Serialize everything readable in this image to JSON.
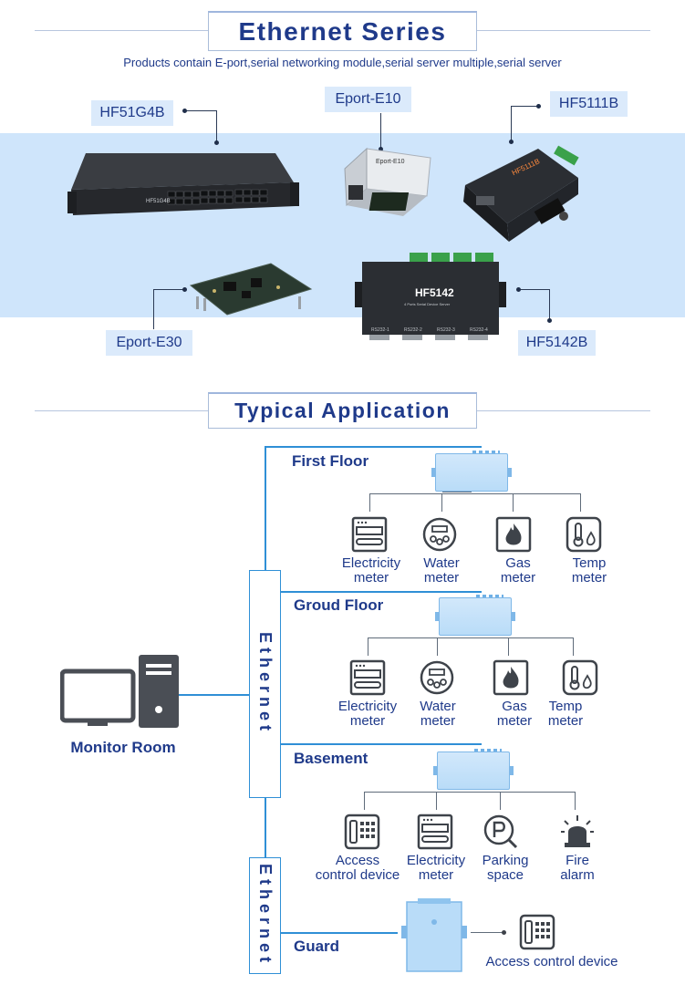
{
  "header": {
    "title": "Ethernet Series",
    "subtitle": "Products contain E-port,serial networking module,serial server multiple,serial server"
  },
  "products": [
    {
      "label": "HF51G4B"
    },
    {
      "label": "Eport-E10"
    },
    {
      "label": "HF5111B"
    },
    {
      "label": "Eport-E30"
    },
    {
      "label": "HF5142B"
    }
  ],
  "product_markings": {
    "switch": "HF51G4B",
    "e10": "Eport-E10",
    "hf5111": "HF5111B",
    "hf5142": "HF5142",
    "hf5142_sub": "4 Ports Serial Device Server",
    "ports": [
      "RS232-1",
      "RS232-2",
      "RS232-3",
      "RS232-4"
    ]
  },
  "application": {
    "title": "Typical Application",
    "ethernet_label": "Ethernet",
    "monitor_label": "Monitor Room",
    "floors": [
      {
        "name": "First Floor",
        "devices": [
          {
            "line1": "Electricity",
            "line2": "meter",
            "icon": "electricity-meter-icon"
          },
          {
            "line1": "Water",
            "line2": "meter",
            "icon": "water-meter-icon"
          },
          {
            "line1": "Gas",
            "line2": "meter",
            "icon": "gas-meter-icon"
          },
          {
            "line1": "Temp",
            "line2": "meter",
            "icon": "temp-meter-icon"
          }
        ]
      },
      {
        "name": "Groud Floor",
        "devices": [
          {
            "line1": "Electricity",
            "line2": "meter",
            "icon": "electricity-meter-icon"
          },
          {
            "line1": "Water",
            "line2": "meter",
            "icon": "water-meter-icon"
          },
          {
            "line1": "Gas",
            "line2": "meter",
            "icon": "gas-meter-icon"
          },
          {
            "line1": "Temp",
            "line2": "meter",
            "icon": "temp-meter-icon"
          }
        ]
      },
      {
        "name": "Basement",
        "devices": [
          {
            "line1": "Access",
            "line2": "control device",
            "icon": "access-control-icon"
          },
          {
            "line1": "Electricity",
            "line2": "meter",
            "icon": "electricity-meter-icon"
          },
          {
            "line1": "Parking",
            "line2": "space",
            "icon": "parking-icon"
          },
          {
            "line1": "Fire",
            "line2": "alarm",
            "icon": "fire-alarm-icon"
          }
        ]
      }
    ],
    "guard": {
      "name": "Guard",
      "device": "Access control device"
    }
  },
  "colors": {
    "accent": "#2f8fd6",
    "title": "#1f3a8a",
    "band": "#cfe5fb"
  }
}
